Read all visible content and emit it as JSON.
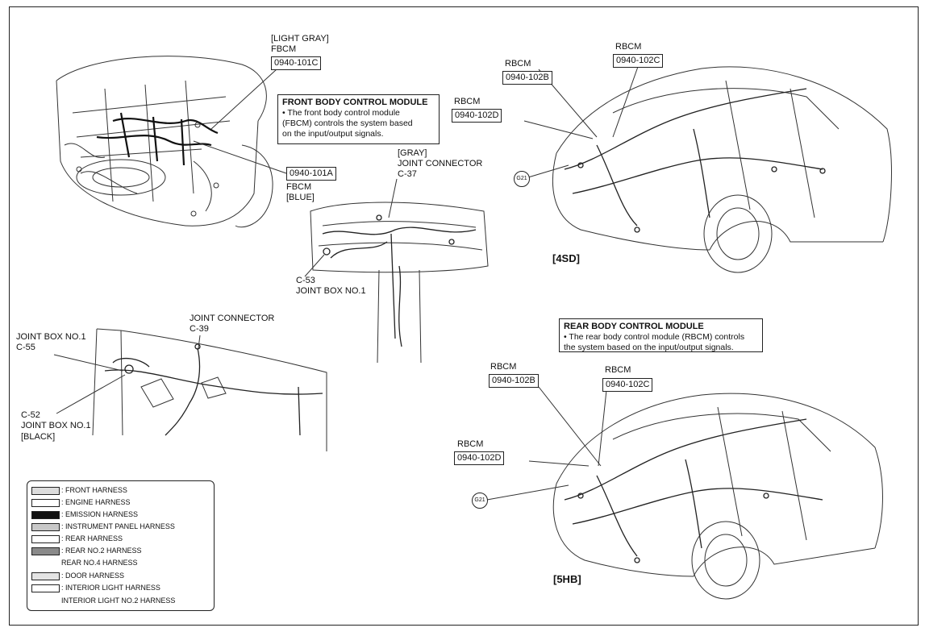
{
  "front_module": {
    "fbcm_top_color": "[LIGHT GRAY]",
    "fbcm_top_name": "FBCM",
    "fbcm_top_code": "0940-101C",
    "fbcm_bottom_code": "0940-101A",
    "fbcm_bottom_name": "FBCM",
    "fbcm_bottom_color": "[BLUE]",
    "info_title": "FRONT BODY CONTROL MODULE",
    "info_line1": "• The front body control module",
    "info_line2": "(FBCM) controls the system based",
    "info_line3": "on the input/output signals."
  },
  "dash": {
    "c37_color": "[GRAY]",
    "c37_name": "JOINT CONNECTOR",
    "c37_code": "C-37",
    "c53_code": "C-53",
    "c53_name": "JOINT BOX NO.1"
  },
  "interior": {
    "c39_name": "JOINT CONNECTOR",
    "c39_code": "C-39",
    "c55_name": "JOINT BOX NO.1",
    "c55_code": "C-55",
    "c52_code": "C-52",
    "c52_name": "JOINT BOX NO.1",
    "c52_color": "[BLACK]"
  },
  "sedan": {
    "rbcm_b_name": "RBCM",
    "rbcm_b_code": "0940-102B",
    "rbcm_c_name": "RBCM",
    "rbcm_c_code": "0940-102C",
    "rbcm_d_name": "RBCM",
    "rbcm_d_code": "0940-102D",
    "ground": "G21",
    "variant": "[4SD]"
  },
  "rear_module": {
    "info_title": "REAR BODY CONTROL MODULE",
    "info_line1": "• The rear body control module (RBCM) controls",
    "info_line2": "the system based on the input/output signals."
  },
  "hatch": {
    "rbcm_b_name": "RBCM",
    "rbcm_b_code": "0940-102B",
    "rbcm_c_name": "RBCM",
    "rbcm_c_code": "0940-102C",
    "rbcm_d_name": "RBCM",
    "rbcm_d_code": "0940-102D",
    "ground": "G21",
    "variant": "[5HB]"
  },
  "legend": {
    "items": [
      {
        "label": ": FRONT HARNESS",
        "fill": "#dcdcdc"
      },
      {
        "label": ": ENGINE HARNESS",
        "fill": "#ffffff"
      },
      {
        "label": ": EMISSION HARNESS",
        "fill": "#111111"
      },
      {
        "label": ": INSTRUMENT PANEL HARNESS",
        "fill": "#c8c8c8"
      },
      {
        "label": ": REAR HARNESS",
        "fill": "#ffffff"
      },
      {
        "label": ": REAR NO.2 HARNESS",
        "fill": "#8a8a8a"
      },
      {
        "label": "REAR NO.4 HARNESS",
        "fill": ""
      },
      {
        "label": ": DOOR HARNESS",
        "fill": "#e4e4e4"
      },
      {
        "label": ": INTERIOR LIGHT HARNESS",
        "fill": "#ffffff"
      },
      {
        "label": "INTERIOR LIGHT NO.2 HARNESS",
        "fill": ""
      }
    ]
  }
}
